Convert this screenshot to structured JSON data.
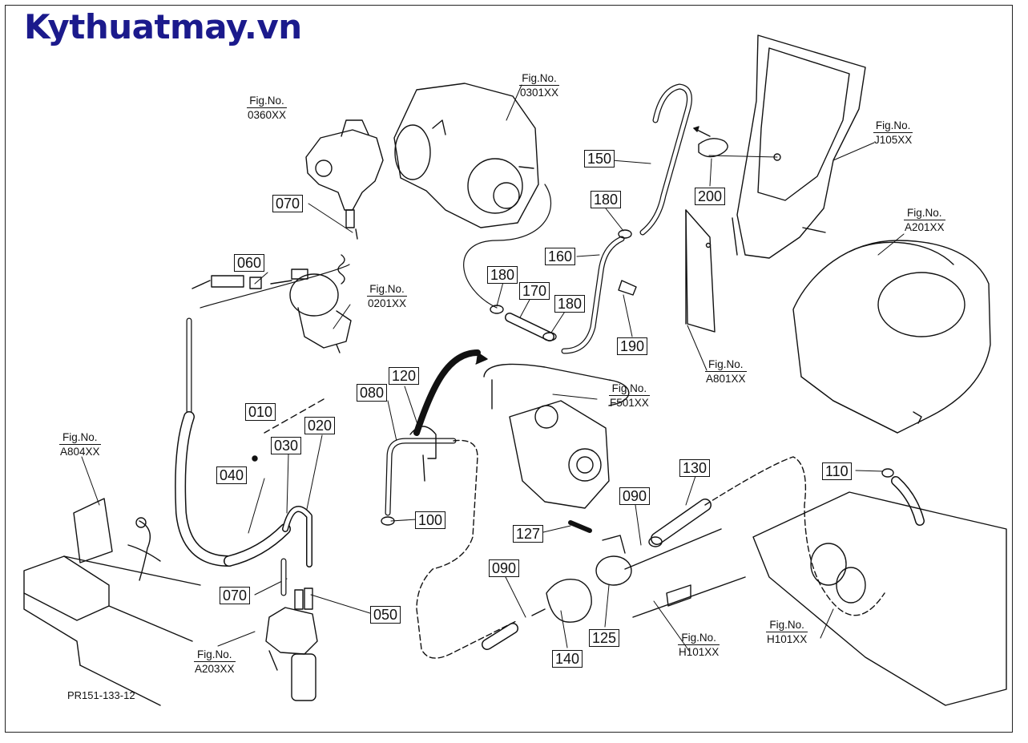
{
  "brand": "Kythuatmay.vn",
  "drawing_code": "PR151-133-12",
  "fig_refs": [
    {
      "l1": "Fig.No.",
      "l2": "0360XX"
    },
    {
      "l1": "Fig.No.",
      "l2": "0301XX"
    },
    {
      "l1": "Fig.No.",
      "l2": "J105XX"
    },
    {
      "l1": "Fig.No.",
      "l2": "A201XX"
    },
    {
      "l1": "Fig.No.",
      "l2": "0201XX"
    },
    {
      "l1": "Fig.No.",
      "l2": "A801XX"
    },
    {
      "l1": "Fig.No.",
      "l2": "F501XX"
    },
    {
      "l1": "Fig.No.",
      "l2": "A804XX"
    },
    {
      "l1": "Fig.No.",
      "l2": "A203XX"
    },
    {
      "l1": "Fig.No.",
      "l2": "H101XX"
    },
    {
      "l1": "Fig.No.",
      "l2": "H101XX"
    }
  ],
  "parts": [
    "070",
    "060",
    "010",
    "020",
    "030",
    "040",
    "070",
    "050",
    "080",
    "120",
    "100",
    "150",
    "180",
    "160",
    "180",
    "170",
    "180",
    "190",
    "200",
    "130",
    "090",
    "127",
    "090",
    "140",
    "125",
    "110"
  ],
  "colors": {
    "brand": "#1b1a8c",
    "line": "#111111"
  }
}
